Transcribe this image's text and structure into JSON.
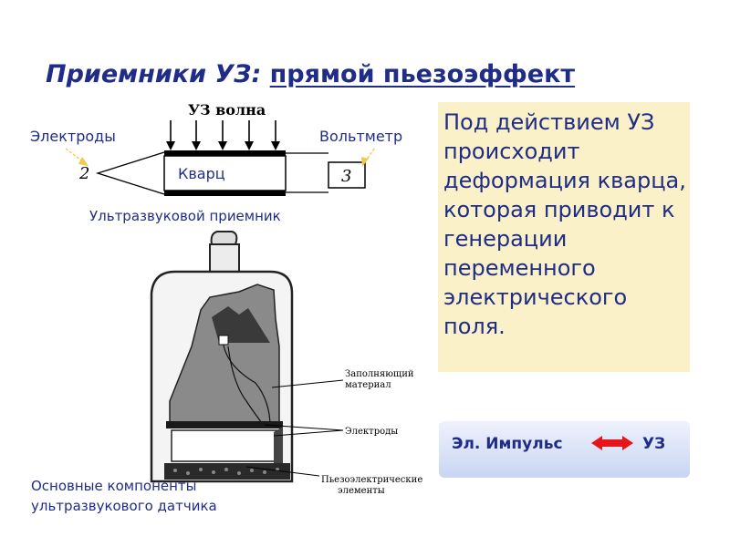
{
  "title": {
    "part1": "Приемники УЗ",
    "colon": ": ",
    "part2": "прямой пьезоэффект"
  },
  "receiver_diagram": {
    "wave_label": "УЗ волна",
    "electrodes_label": "Электроды",
    "voltmeter_label": "Вольтметр",
    "quartz_label": "Кварц",
    "num_2": "2",
    "num_3": "3",
    "caption": "Ультразвуковой приемник"
  },
  "sensor_diagram": {
    "fill_label_line1": "Заполняющий",
    "fill_label_line2": "материал",
    "electrodes_label": "Электроды",
    "piezo_label_line1": "Пьезоэлектрические",
    "piezo_label_line2": "элементы",
    "caption_line1": "Основные компоненты",
    "caption_line2": "ультразвукового датчика"
  },
  "note": {
    "text": "Под действием УЗ происходит деформация кварца, которая приводит к генерации переменного электрического поля."
  },
  "impulse": {
    "left": "Эл. Импульс",
    "right": "УЗ",
    "arrow_color": "#e8141b"
  },
  "colors": {
    "title": "#1f2d86",
    "note_bg": "#fbf1c9",
    "arrow_yellow": "#f2c94c"
  }
}
